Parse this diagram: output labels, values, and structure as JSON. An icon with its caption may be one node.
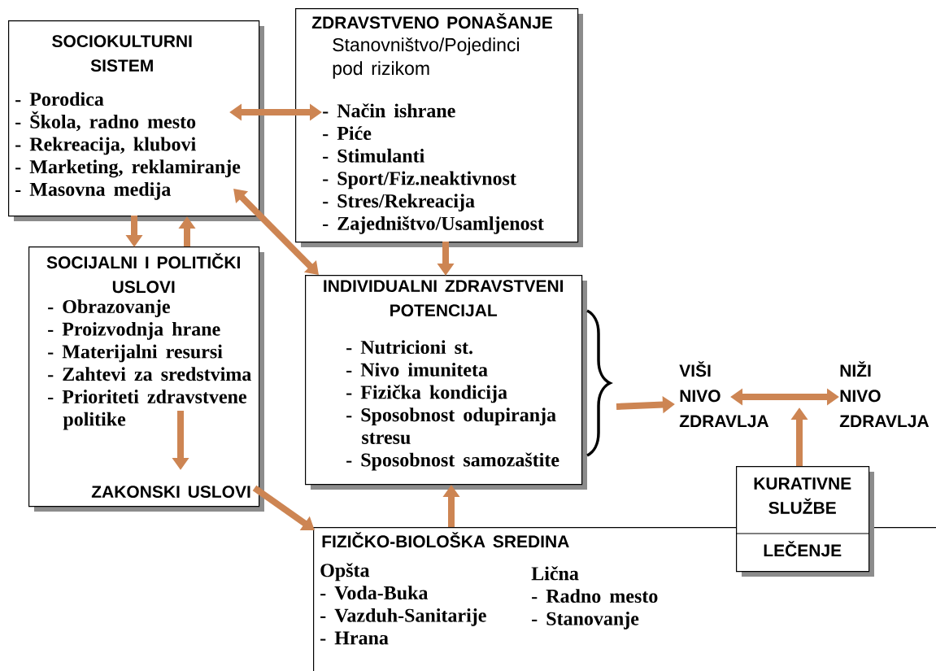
{
  "diagram": {
    "nodes": [
      {
        "text": [
          "SOCIOKULTURNI SISTEM",
          "- Porodica",
          "- Škola, radno mesto",
          "- Rekreacija, klubovi",
          "- Marketing, reklamiranje",
          "- Masovna medija"
        ]
      },
      {
        "text": [
          "ZDRAVSTVENO PONAŠANJE",
          "Stanovništvo/Pojedinci pod rizikom",
          "- Način ishrane",
          "- Piće",
          "- Stimulanti",
          "- Sport/Fiz.neaktivnost",
          "- Stres/Rekreacija",
          "- Zajedništvo/Usamljenost"
        ]
      },
      {
        "text": [
          "SOCIJALNI I POLITIČKI USLOVI"
        ]
      },
      {
        "text": [
          "- Obrazovanje",
          "- Proizvodnja hrane",
          "- Materijalni resursi",
          "- Zahtevi za sredstvima",
          "- Prioriteti zdravstvene politike"
        ],
        "in": 2
      },
      {
        "text": [
          "ZAKONSKI USLOVI"
        ],
        "in": 2
      },
      {
        "text": [
          "INDIVIDUALNI ZDRAVSTVENI POTENCIJAL",
          "- Nutricioni st.",
          "- Nivo imuniteta",
          "- Fizička kondicija",
          "- Sposobnost odupiranja stresu",
          "- Sposobnost samozaštite"
        ]
      },
      {
        "text": [
          "FIZIČKO-BIOLOŠKA SREDINA",
          "Opšta",
          "- Voda-Buka",
          "- Vazduh-Sanitarije",
          "- Hrana",
          "Lična",
          "- Radno mesto",
          "- Stanovanje"
        ]
      },
      {
        "text": [
          "VIŠI NIVO ZDRAVLJA"
        ]
      },
      {
        "text": [
          "NIŽI NIVO ZDRAVLJA"
        ]
      },
      {
        "text": [
          "KURATIVNE SLUŽBE",
          "LEČENJE"
        ]
      }
    ],
    "edges": [
      {
        "from": 0,
        "to": 1,
        "arrow": "both"
      },
      {
        "from": 0,
        "to": 2,
        "arrow": "to"
      },
      {
        "from": 2,
        "to": 0,
        "arrow": "to"
      },
      {
        "from": 0,
        "to": 5,
        "arrow": "both"
      },
      {
        "from": 1,
        "to": 5,
        "arrow": "to"
      },
      {
        "from": 3,
        "to": 4,
        "arrow": "to"
      },
      {
        "from": 4,
        "to": 6,
        "arrow": "to"
      },
      {
        "from": 6,
        "to": 5,
        "arrow": "to"
      },
      {
        "from": 5,
        "to": 7,
        "arrow": "to"
      },
      {
        "from": 7,
        "to": 8,
        "arrow": "both"
      },
      {
        "from": 9,
        "to": null,
        "arrow": "to"
      }
    ]
  }
}
